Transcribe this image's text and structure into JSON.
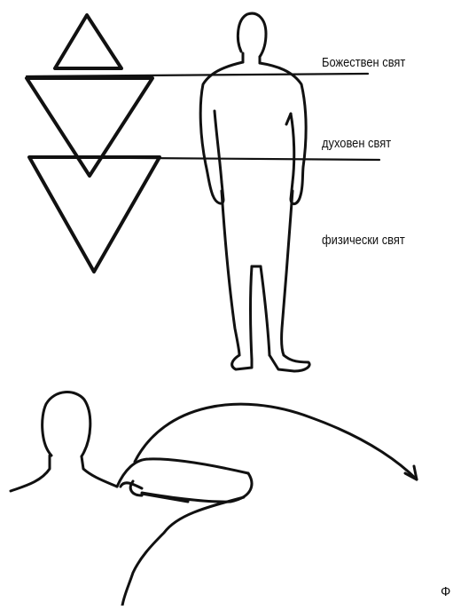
{
  "labels": {
    "divine_world": "Божествен свят",
    "spiritual_world": "духовен свят",
    "physical_world": "физически свят"
  },
  "corner_mark": "Ф",
  "icons": {
    "upward_triangle": "triangle-up-icon",
    "downward_triangles": "triangle-down-icon",
    "standing_figure": "human-figure",
    "head_shoulder_figure": "head-shoulder-figure",
    "curved_arrow": "curved-arrow-icon"
  },
  "colors": {
    "ink": "#111111",
    "background": "#ffffff"
  }
}
